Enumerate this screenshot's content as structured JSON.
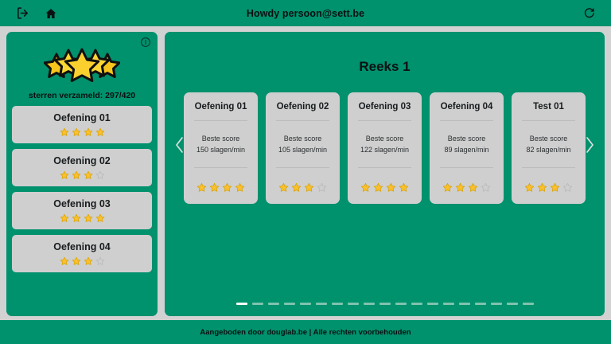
{
  "header": {
    "title": "Howdy persoon@sett.be",
    "logout_icon": "logout-icon",
    "home_icon": "home-icon",
    "refresh_icon": "refresh-icon"
  },
  "sidebar": {
    "info_icon": "info-icon",
    "stars_collected_label": "sterren verzameld: 297/420",
    "stars_collected": 297,
    "stars_total": 420,
    "logo_star_count": 5,
    "items": [
      {
        "label": "Oefening 01",
        "stars_filled": 4,
        "stars_total": 4
      },
      {
        "label": "Oefening 02",
        "stars_filled": 3,
        "stars_total": 4
      },
      {
        "label": "Oefening 03",
        "stars_filled": 4,
        "stars_total": 4
      },
      {
        "label": "Oefening 04",
        "stars_filled": 3,
        "stars_total": 4
      }
    ]
  },
  "main": {
    "title": "Reeks 1",
    "prev_icon": "chevron-left-icon",
    "next_icon": "chevron-right-icon",
    "score_label": "Beste score",
    "cards": [
      {
        "title": "Oefening 01",
        "score_label": "Beste score",
        "score_value": "150 slagen/min",
        "stars_filled": 4,
        "stars_total": 4
      },
      {
        "title": "Oefening 02",
        "score_label": "Beste score",
        "score_value": "105 slagen/min",
        "stars_filled": 3,
        "stars_total": 4
      },
      {
        "title": "Oefening 03",
        "score_label": "Beste score",
        "score_value": "122 slagen/min",
        "stars_filled": 4,
        "stars_total": 4
      },
      {
        "title": "Oefening 04",
        "score_label": "Beste score",
        "score_value": "89 slagen/min",
        "stars_filled": 3,
        "stars_total": 4
      },
      {
        "title": "Test 01",
        "score_label": "Beste score",
        "score_value": "82 slagen/min",
        "stars_filled": 3,
        "stars_total": 4
      }
    ],
    "pager": {
      "total": 19,
      "active_index": 0
    }
  },
  "footer": {
    "prefix": "Aangeboden door ",
    "brand": "douglab.be",
    "suffix": " | Alle rechten voorbehouden"
  },
  "colors": {
    "brand_green": "#00916d",
    "page_background": "#d2d2d2",
    "card_gray": "#cfcfcf",
    "star_gold": "#fbc02d",
    "star_empty_outline": "#b8b8b8",
    "text_dark": "#0b1012"
  }
}
